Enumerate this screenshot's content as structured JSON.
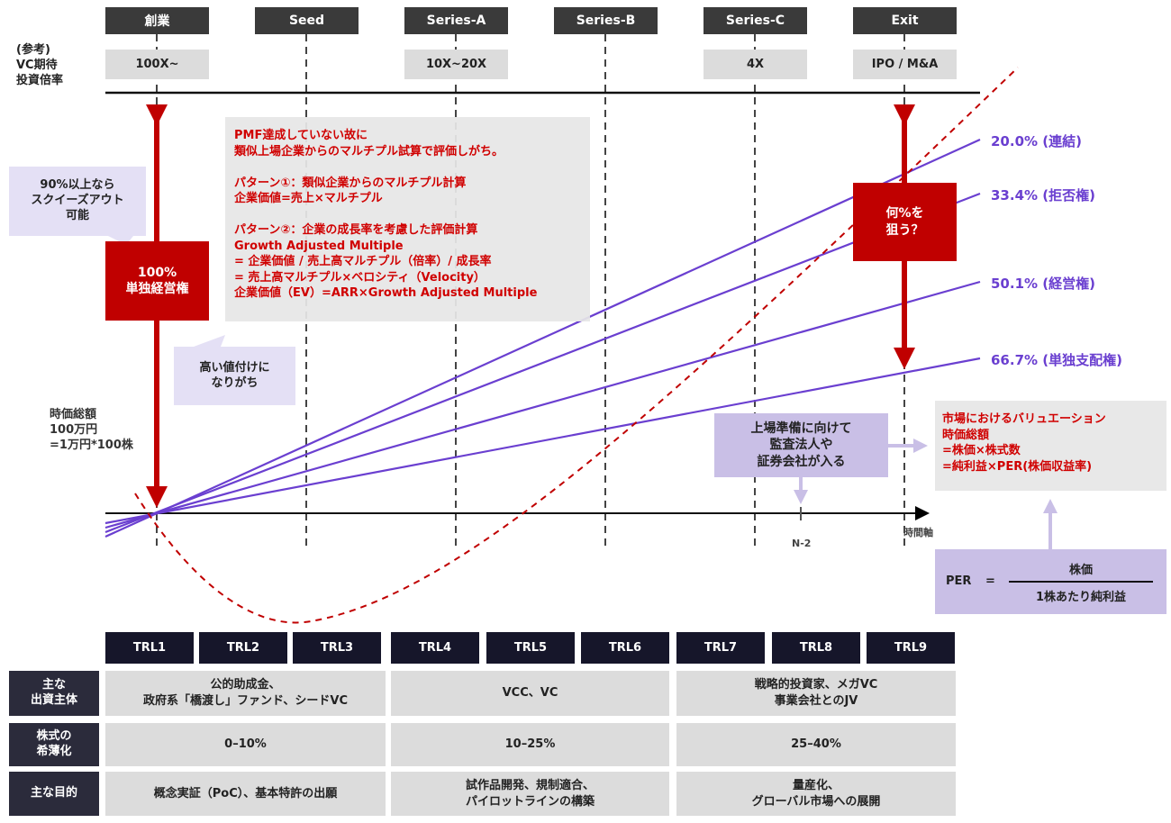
{
  "stages": [
    "創業",
    "Seed",
    "Series-A",
    "Series-B",
    "Series-C",
    "Exit"
  ],
  "reference_label": "(参考)\nVC期待\n投資倍率",
  "multiples": {
    "founding": "100X~",
    "series_a": "10X~20X",
    "series_c": "4X",
    "exit": "IPO / M&A"
  },
  "notes": {
    "squeeze": "90%以上なら\nスクイーズアウト\n可能",
    "sole_control": "100%\n単独経営権",
    "overpriced": "高い値付けに\nなりがち",
    "market_cap_start": "時価総額\n100万円\n=1万円*100株",
    "target": "何%を\n狙う？",
    "ipo_prep": "上場準備に向けて\n監査法人や\n証券会社が入る",
    "valuation_method": "PMF達成していない故に\n類似上場企業からのマルチプル試算で評価しがち。\n\nパターン①：類似企業からのマルチプル計算\n企業価値=売上×マルチプル\n\nパターン②：企業の成長率を考慮した評価計算\nGrowth Adjusted Multiple\n= 企業価値 / 売上高マルチプル（倍率）/ 成長率\n= 売上高マルチプル×ベロシティ（Velocity）\n企業価値（EV）=ARR×Growth Adjusted Multiple",
    "market_valuation": "市場におけるバリュエーション\n時価総額\n=株価×株式数\n=純利益×PER(株価収益率)"
  },
  "per": {
    "label": "PER",
    "equals": "=",
    "numerator": "株価",
    "denominator": "1株あたり純利益"
  },
  "ownership_lines": [
    "20.0% (連結)",
    "33.4% (拒否権)",
    "50.1% (経営権)",
    "66.7% (単独支配権)"
  ],
  "axis": {
    "label": "時間軸",
    "tick": "N-2"
  },
  "colors": {
    "red": "#c00000",
    "purple": "#6a3fd0",
    "lavender": "#c9bfe6"
  },
  "trl": [
    "TRL1",
    "TRL2",
    "TRL3",
    "TRL4",
    "TRL5",
    "TRL6",
    "TRL7",
    "TRL8",
    "TRL9"
  ],
  "table": {
    "rows": [
      {
        "label": "主な\n出資主体",
        "cells": [
          "公的助成金、\n政府系「橋渡し」ファンド、シードVC",
          "VCC、VC",
          "戦略的投資家、メガVC\n事業会社とのJV"
        ]
      },
      {
        "label": "株式の\n希薄化",
        "cells": [
          "0–10%",
          "10–25%",
          "25–40%"
        ]
      },
      {
        "label": "主な目的",
        "cells": [
          "概念実証（PoC）、基本特許の出願",
          "試作品開発、規制適合、\nパイロットラインの構築",
          "量産化、\nグローバル市場への展開"
        ]
      }
    ]
  }
}
